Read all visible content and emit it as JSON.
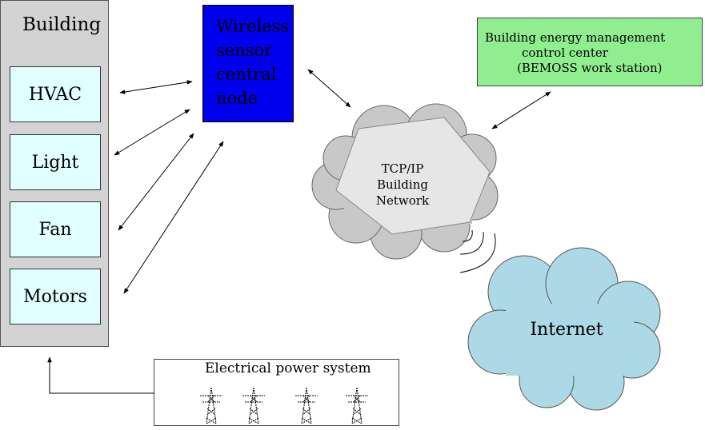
{
  "building": {
    "title": "Building",
    "subsystems": [
      "HVAC",
      "Light",
      "Fan",
      "Motors"
    ]
  },
  "sensor_node": {
    "lines": [
      "Wireless",
      "sensor",
      "central",
      "node"
    ]
  },
  "bemoss": {
    "line1": "Building energy management",
    "line2": "control center",
    "line3": "(BEMOSS work station)"
  },
  "network": {
    "line1": "TCP/IP",
    "line2": "Building",
    "line3": "Network"
  },
  "internet": {
    "label": "Internet"
  },
  "power": {
    "title": "Electrical power system"
  },
  "colors": {
    "building_fill": "#d3d3d3",
    "subsystem_fill": "#e0ffff",
    "node_fill": "#0000ee",
    "bemoss_fill": "#90ee90",
    "network_cloud_fill": "#c8c8c8",
    "network_hex_fill": "#e6e6e6",
    "internet_fill": "#add8e6"
  }
}
